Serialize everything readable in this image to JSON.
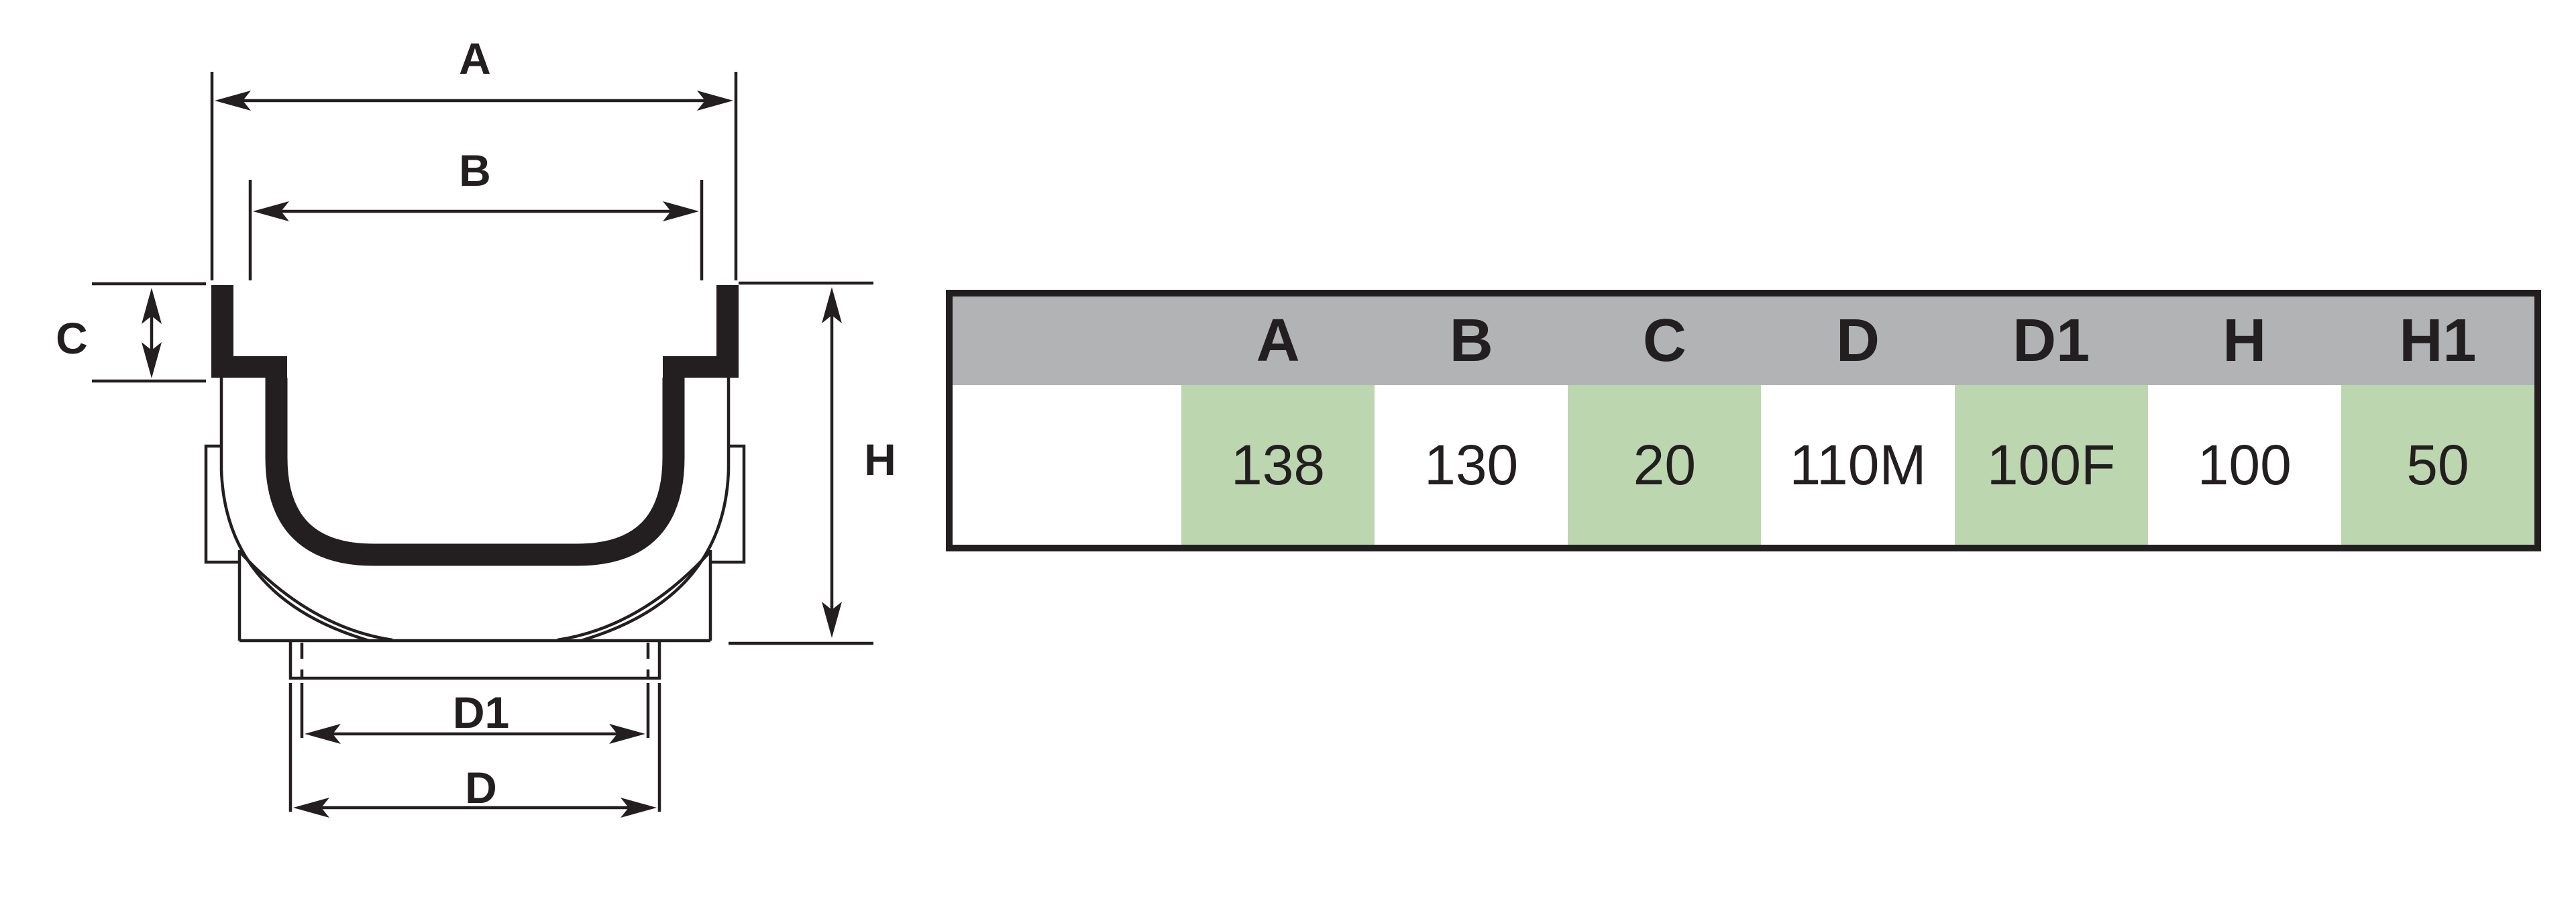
{
  "diagram": {
    "title": "channel-cross-section",
    "dim_labels": {
      "A": "A",
      "B": "B",
      "C": "C",
      "D": "D",
      "D1": "D1",
      "H": "H"
    }
  },
  "table": {
    "headers": [
      "",
      "A",
      "B",
      "C",
      "D",
      "D1",
      "H",
      "H1"
    ],
    "values": [
      "",
      "138",
      "130",
      "20",
      "110M",
      "100F",
      "100",
      "50"
    ],
    "green_column_indices": [
      1,
      3,
      5,
      7
    ],
    "colors": {
      "header_bg": "#b1b3b5",
      "row_green": "#bcd6b0",
      "row_white": "#ffffff",
      "border": "#231f20",
      "text": "#231f20",
      "page_background": "#ffffff"
    }
  }
}
